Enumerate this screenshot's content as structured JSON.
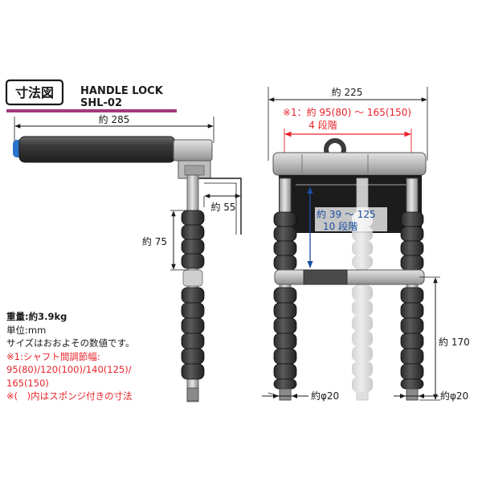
{
  "header": {
    "badge": "寸法図",
    "model_name": "HANDLE LOCK",
    "model_code": "SHL-02"
  },
  "colors": {
    "accent_line": "#a23a79",
    "red_note": "#e8232a",
    "blue_dimension": "#1a4ea0",
    "sponge": "#3d3d3d",
    "metal": "#c9c9c9",
    "end_cap": "#2b74c9"
  },
  "side_view": {
    "length_label": "約 285",
    "offset_label": "約 55",
    "height_label": "約 75"
  },
  "front_view": {
    "width_label": "約 225",
    "shaft_spacing_label": "※1：約 95(80) ～ 165(150)",
    "shaft_spacing_steps": "4 段階",
    "height_range_label": "約 39 ～ 125",
    "height_range_steps": "10 段階",
    "total_height_label": "約 170",
    "diameter_left_label": "約φ20",
    "diameter_right_label": "約φ20"
  },
  "notes": {
    "weight": "重量:約3.9kg",
    "unit": "単位:mm",
    "approx": "サイズはおおよその数値です。",
    "shaft_title": "※1:シャフト間調節幅:",
    "shaft_values_1": "95(80)/120(100)/140(125)/",
    "shaft_values_2": "165(150)",
    "sponge_note": "※(　)内はスポンジ付きの寸法"
  }
}
